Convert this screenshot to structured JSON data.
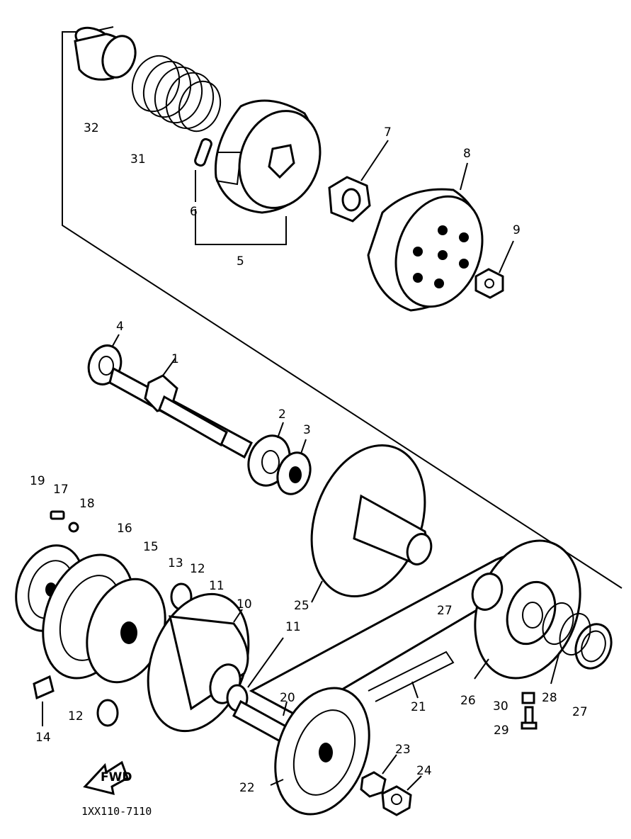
{
  "diagram": {
    "code": "1XX110-7110",
    "fwd_label": "FWD",
    "callouts": [
      {
        "id": "p1",
        "text": "1"
      },
      {
        "id": "p2",
        "text": "2"
      },
      {
        "id": "p3",
        "text": "3"
      },
      {
        "id": "p4",
        "text": "4"
      },
      {
        "id": "p5",
        "text": "5"
      },
      {
        "id": "p6",
        "text": "6"
      },
      {
        "id": "p7",
        "text": "7"
      },
      {
        "id": "p8",
        "text": "8"
      },
      {
        "id": "p9",
        "text": "9"
      },
      {
        "id": "p10",
        "text": "10"
      },
      {
        "id": "p11a",
        "text": "11"
      },
      {
        "id": "p11b",
        "text": "11"
      },
      {
        "id": "p12a",
        "text": "12"
      },
      {
        "id": "p12b",
        "text": "12"
      },
      {
        "id": "p13",
        "text": "13"
      },
      {
        "id": "p14",
        "text": "14"
      },
      {
        "id": "p15",
        "text": "15"
      },
      {
        "id": "p16",
        "text": "16"
      },
      {
        "id": "p17",
        "text": "17"
      },
      {
        "id": "p18",
        "text": "18"
      },
      {
        "id": "p19",
        "text": "19"
      },
      {
        "id": "p20",
        "text": "20"
      },
      {
        "id": "p21",
        "text": "21"
      },
      {
        "id": "p22",
        "text": "22"
      },
      {
        "id": "p23",
        "text": "23"
      },
      {
        "id": "p24",
        "text": "24"
      },
      {
        "id": "p25",
        "text": "25"
      },
      {
        "id": "p26",
        "text": "26"
      },
      {
        "id": "p27a",
        "text": "27"
      },
      {
        "id": "p27b",
        "text": "27"
      },
      {
        "id": "p28",
        "text": "28"
      },
      {
        "id": "p29",
        "text": "29"
      },
      {
        "id": "p30",
        "text": "30"
      },
      {
        "id": "p31",
        "text": "31"
      },
      {
        "id": "p32",
        "text": "32"
      }
    ]
  }
}
